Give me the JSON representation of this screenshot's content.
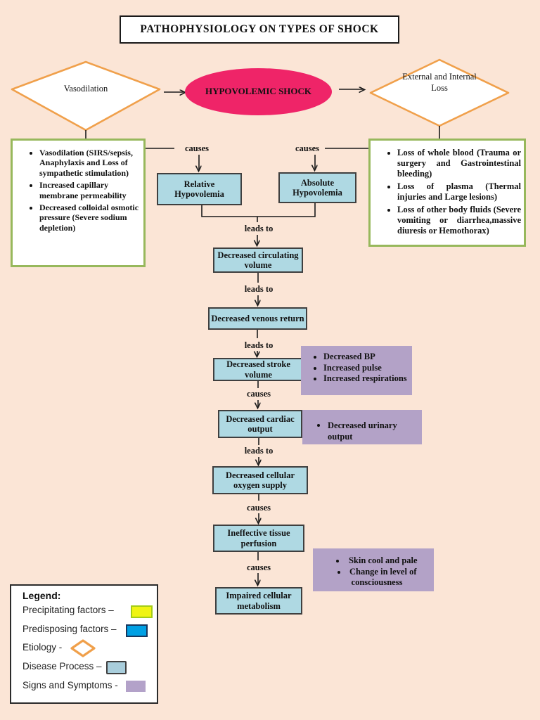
{
  "title": "PATHOPHYSIOLOGY ON TYPES OF SHOCK",
  "center": {
    "label": "HYPOVOLEMIC SHOCK"
  },
  "diamonds": {
    "left": "Vasodilation",
    "right": "External and Internal Loss"
  },
  "factor_boxes": {
    "left": {
      "items": [
        "Vasodilation (SIRS/sepsis, Anaphylaxis and Loss of sympathetic stimulation)",
        "Increased capillary membrane permeability",
        "Decreased colloidal osmotic pressure (Severe sodium depletion)"
      ]
    },
    "right": {
      "items": [
        "Loss of whole blood (Trauma or surgery and Gastrointestinal bleeding)",
        "Loss of plasma (Thermal injuries and Large lesions)",
        "Loss of other body fluids (Severe vomiting or diarrhea,massive diuresis or Hemothorax)"
      ]
    }
  },
  "connectors": {
    "causes_left": "causes",
    "causes_right": "causes",
    "chain": [
      "leads to",
      "leads to",
      "leads to",
      "causes",
      "leads to",
      "causes",
      "causes"
    ]
  },
  "process_boxes": [
    "Relative Hypovolemia",
    "Absolute Hypovolemia",
    "Decreased circulating volume",
    "Decreased venous return",
    "Decreased stroke volume",
    "Decreased cardiac output",
    "Decreased cellular oxygen supply",
    "Ineffective tissue perfusion",
    "Impaired cellular metabolism"
  ],
  "signs_boxes": [
    {
      "items": [
        "Decreased BP",
        "Increased pulse",
        "Increased respirations"
      ]
    },
    {
      "items": [
        "Decreased urinary output"
      ]
    },
    {
      "items": [
        "Skin cool and pale",
        "Change in level of consciousness"
      ]
    }
  ],
  "legend": {
    "title": "Legend:",
    "entries": [
      {
        "label": "Precipitating factors –",
        "swatch": "yellow-rectangle"
      },
      {
        "label": "Predisposing factors –",
        "swatch": "blue-rectangle"
      },
      {
        "label": "Etiology -",
        "swatch": "orange-diamond-outline"
      },
      {
        "label": "Disease Process –",
        "swatch": "light-blue-rectangle"
      },
      {
        "label": "Signs and Symptoms -",
        "swatch": "purple-rectangle"
      }
    ]
  },
  "colors": {
    "page-bg": "#FBE5D6",
    "pink": "#EF2468",
    "orange": "#F0A04B",
    "green": "#97B85C",
    "blue-box": "#AFD9E3",
    "purple": "#B3A2C7",
    "line": "#1a1a1a",
    "box-border": "#3F3F3F",
    "legend-yellow": "#F0F413",
    "legend-yellow-border": "#A3CC17",
    "legend-blue": "#00A0E4",
    "legend-blue-border": "#17375E",
    "legend-disease": "#A9CEDC",
    "legend-purple": "#B3A2C9"
  }
}
